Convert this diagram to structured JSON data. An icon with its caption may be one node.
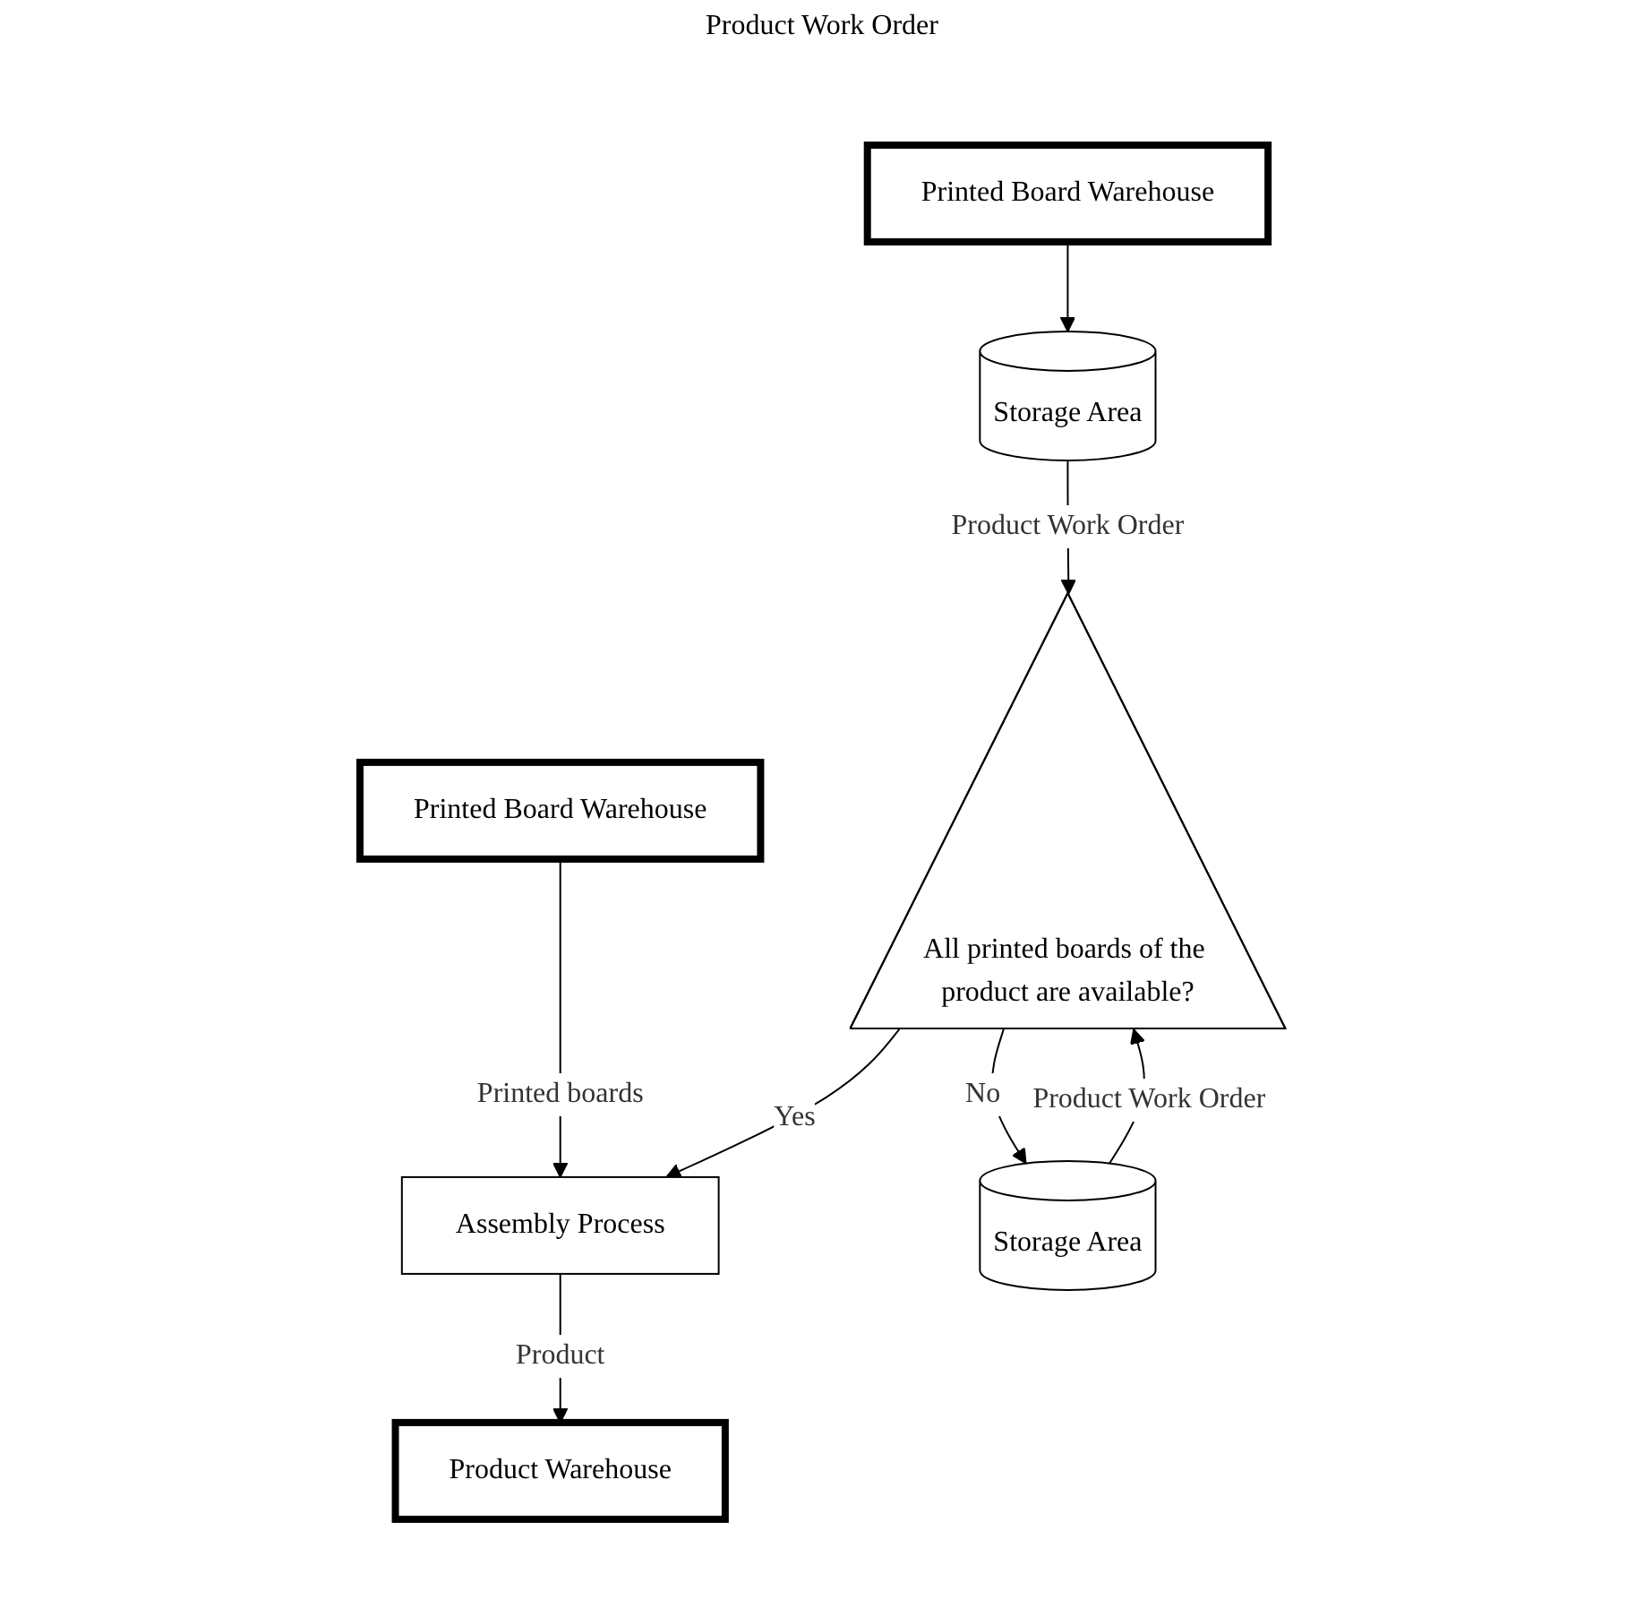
{
  "diagram": {
    "nodes": [
      {
        "text": [
          "Printed Board Warehouse"
        ]
      },
      {
        "text": [
          "Storage Area"
        ]
      },
      {
        "text": [
          "Printed Board Warehouse"
        ]
      },
      {
        "text": [
          "All printed boards of the product are available?"
        ]
      },
      {
        "text": [
          "Assembly Process"
        ]
      },
      {
        "text": [
          "Storage Area"
        ]
      },
      {
        "text": [
          "Product Warehouse"
        ]
      }
    ],
    "edges": [
      {
        "from": 0,
        "to": 1,
        "arrow": "to"
      },
      {
        "from": 1,
        "to": 3,
        "arrow": "to",
        "label": "Product Work Order"
      },
      {
        "from": 5,
        "to": 3,
        "arrow": "to",
        "label": "Product Work Order"
      },
      {
        "from": 3,
        "to": 4,
        "arrow": "to",
        "label": "Yes"
      },
      {
        "from": 2,
        "to": 4,
        "arrow": "to",
        "label": "Printed boards"
      },
      {
        "from": 3,
        "to": 5,
        "arrow": "to",
        "label": "No"
      },
      {
        "from": 4,
        "to": 6,
        "arrow": "to",
        "label": "Product"
      }
    ],
    "labels": [
      "Product Work Order"
    ]
  }
}
